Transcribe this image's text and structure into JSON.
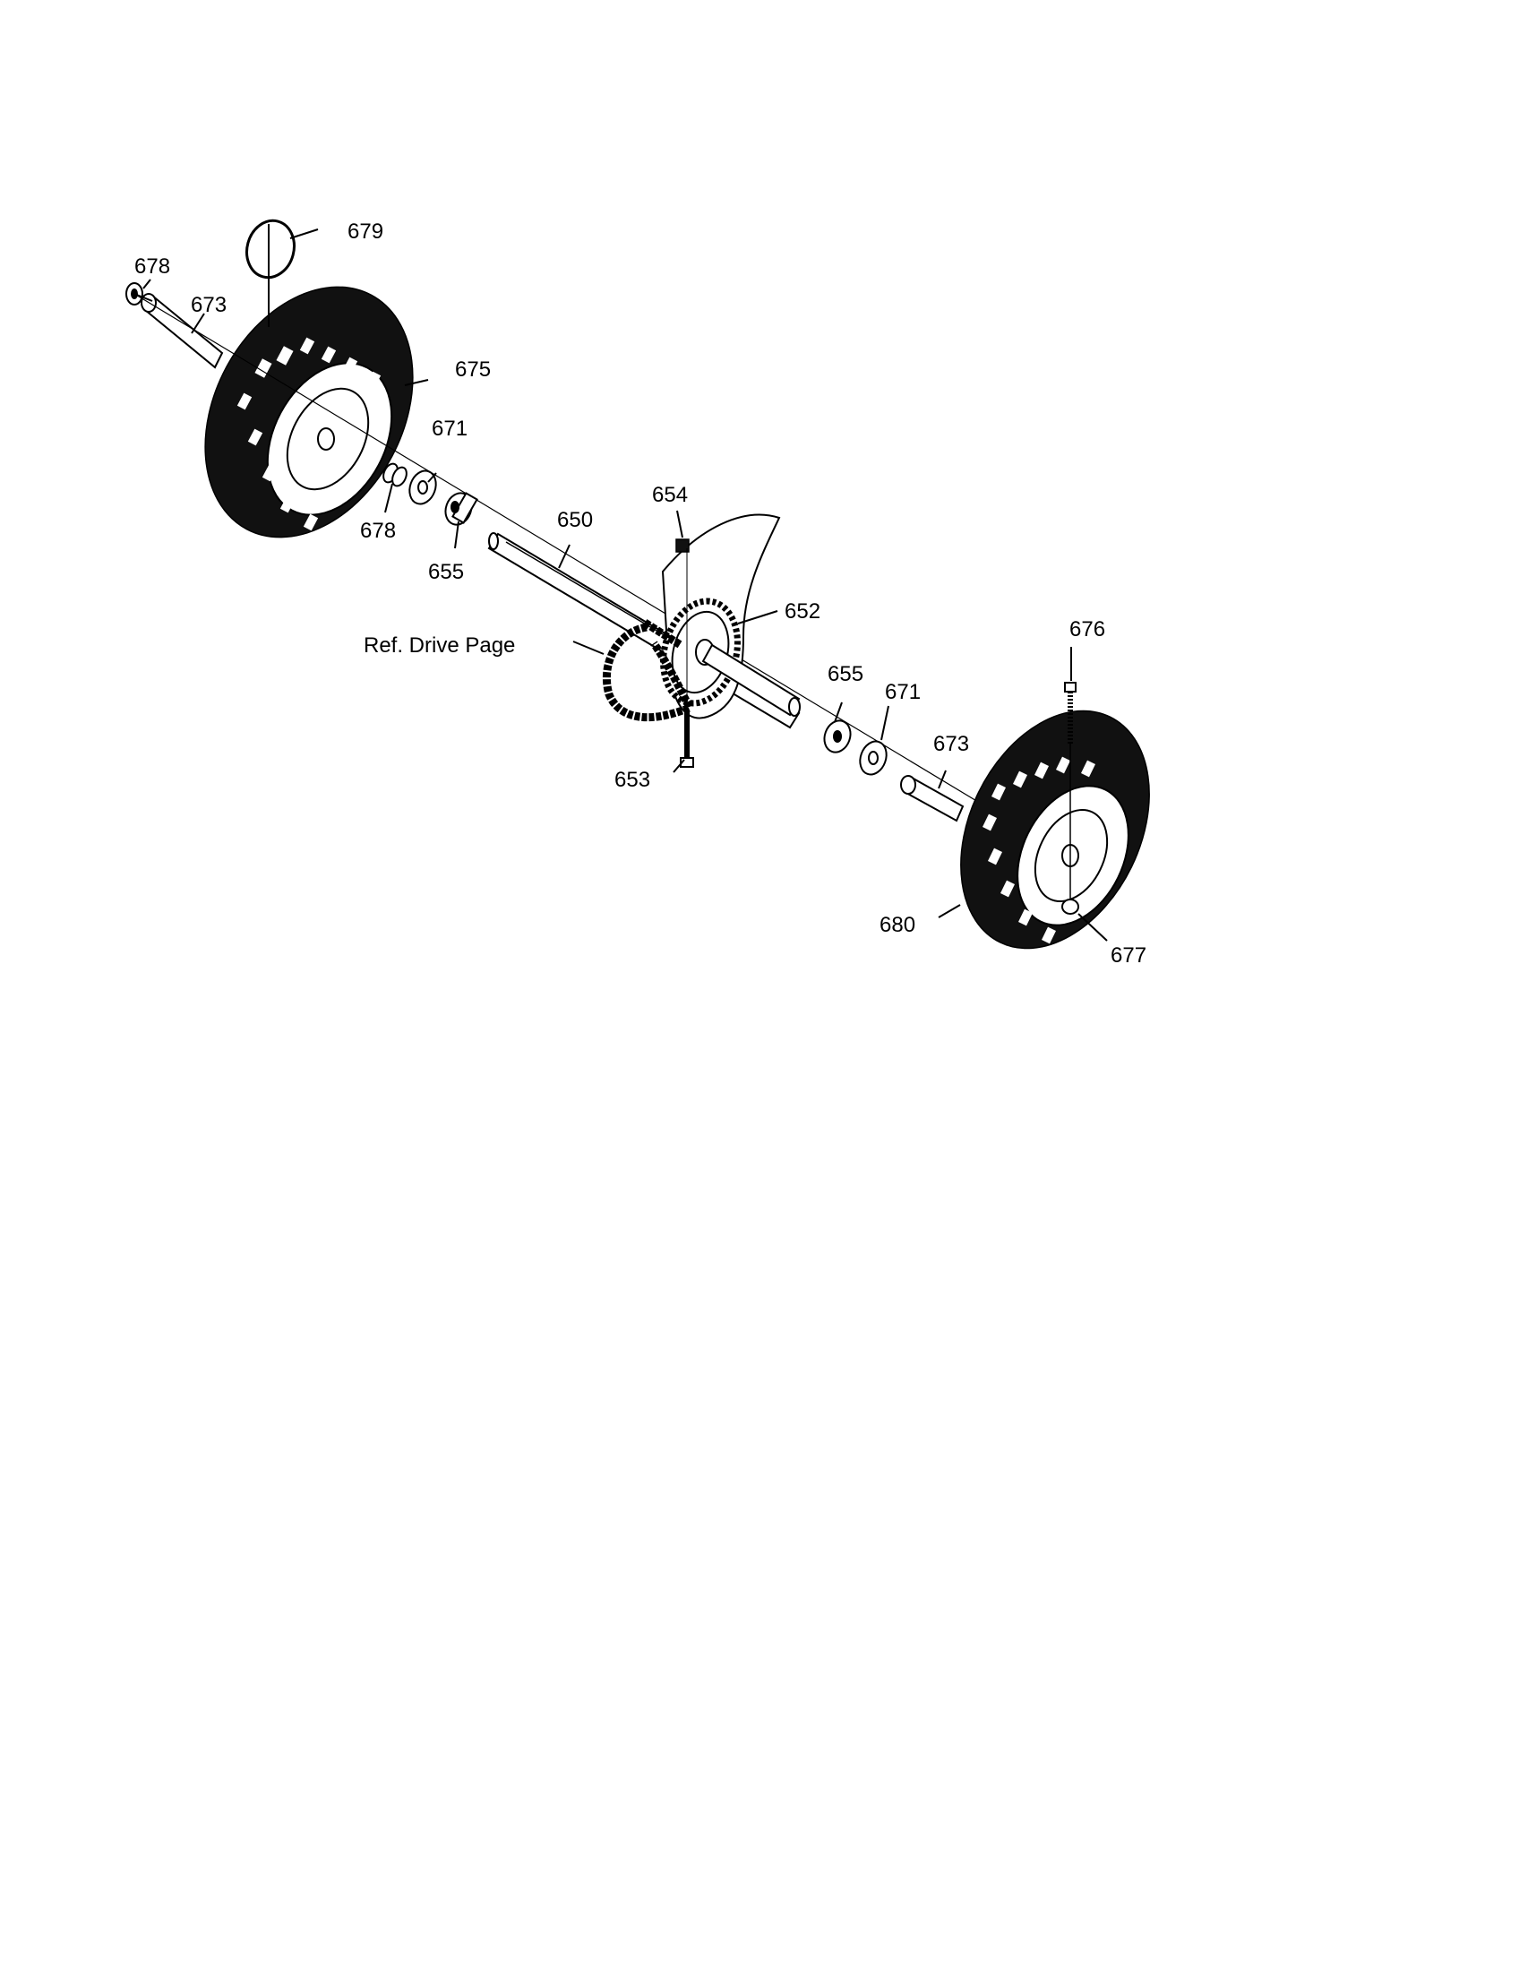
{
  "callouts": {
    "c679": "679",
    "c678a": "678",
    "c673a": "673",
    "c675": "675",
    "c671a": "671",
    "c678b": "678",
    "c655a": "655",
    "c650": "650",
    "c654": "654",
    "c652": "652",
    "c_ref": "Ref. Drive Page",
    "c676": "676",
    "c655b": "655",
    "c671b": "671",
    "c673b": "673",
    "c653": "653",
    "c680": "680",
    "c677": "677"
  }
}
